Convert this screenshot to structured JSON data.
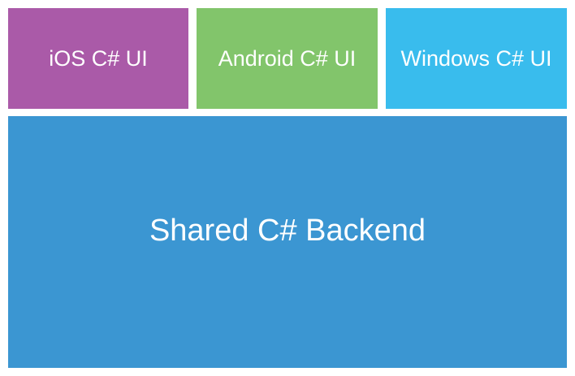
{
  "diagram": {
    "top_row": [
      {
        "label": "iOS C# UI",
        "color": "#aa5aa8"
      },
      {
        "label": "Android C# UI",
        "color": "#82c56b"
      },
      {
        "label": "Windows C# UI",
        "color": "#39bced"
      }
    ],
    "backend": {
      "label": "Shared C# Backend",
      "color": "#3b96d2"
    }
  }
}
